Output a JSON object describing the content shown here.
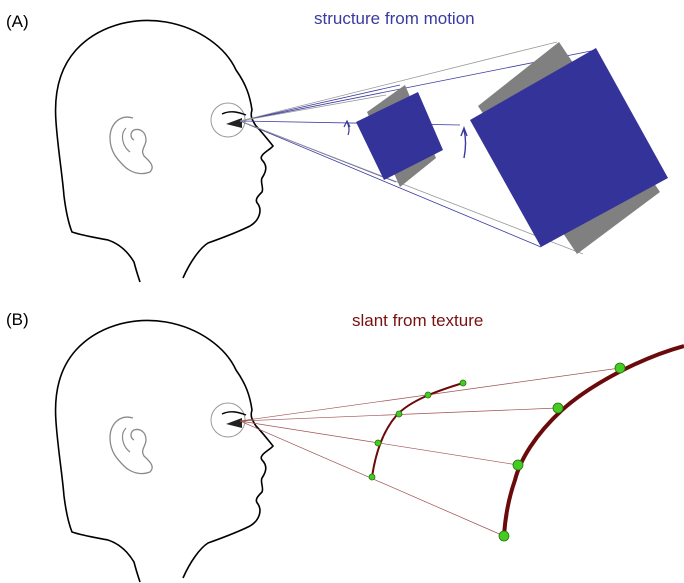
{
  "panel_a": {
    "label": "(A)",
    "title": "structure from motion",
    "title_color": "#3a3aa0",
    "square_color": "#333399",
    "shadow_color": "#808080",
    "ray_color": "#3a3aa0"
  },
  "panel_b": {
    "label": "(B)",
    "title": "slant from texture",
    "title_color": "#7a1010",
    "curve_color": "#6b0a0a",
    "dot_color": "#44cc22",
    "ray_color": "#a05050"
  }
}
